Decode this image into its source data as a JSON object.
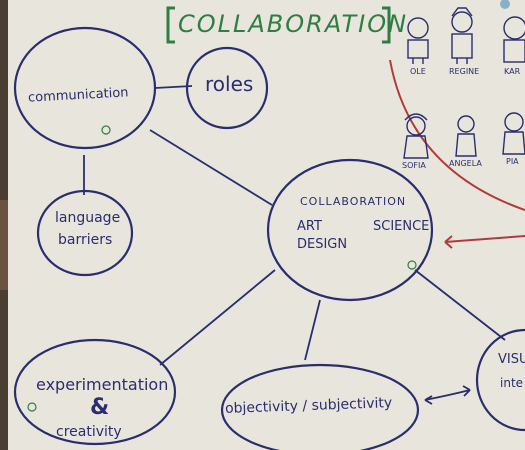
{
  "board": {
    "title": "COLLABORATION",
    "nodes": {
      "communication": "communication",
      "roles": "roles",
      "language_line1": "language",
      "language_line2": "barriers",
      "center_title": "COLLABORATION",
      "center_art": "ART",
      "center_science": "SCIENCE",
      "center_design": "DESIGN",
      "experimentation": "experimentation",
      "amp": "&",
      "creativity": "creativity",
      "objectivity": "objectivity / subjectivity",
      "visual_line1": "VISU",
      "visual_line2": "inte"
    },
    "people": [
      "OLE",
      "REGINE",
      "KAR",
      "SOFIA",
      "ANGELA",
      "PIA"
    ],
    "colors": {
      "paper": "#e9e7dd",
      "ink_blue": "#2a2d6e",
      "ink_green": "#2f7d43",
      "ink_red": "#b23a3a"
    }
  }
}
